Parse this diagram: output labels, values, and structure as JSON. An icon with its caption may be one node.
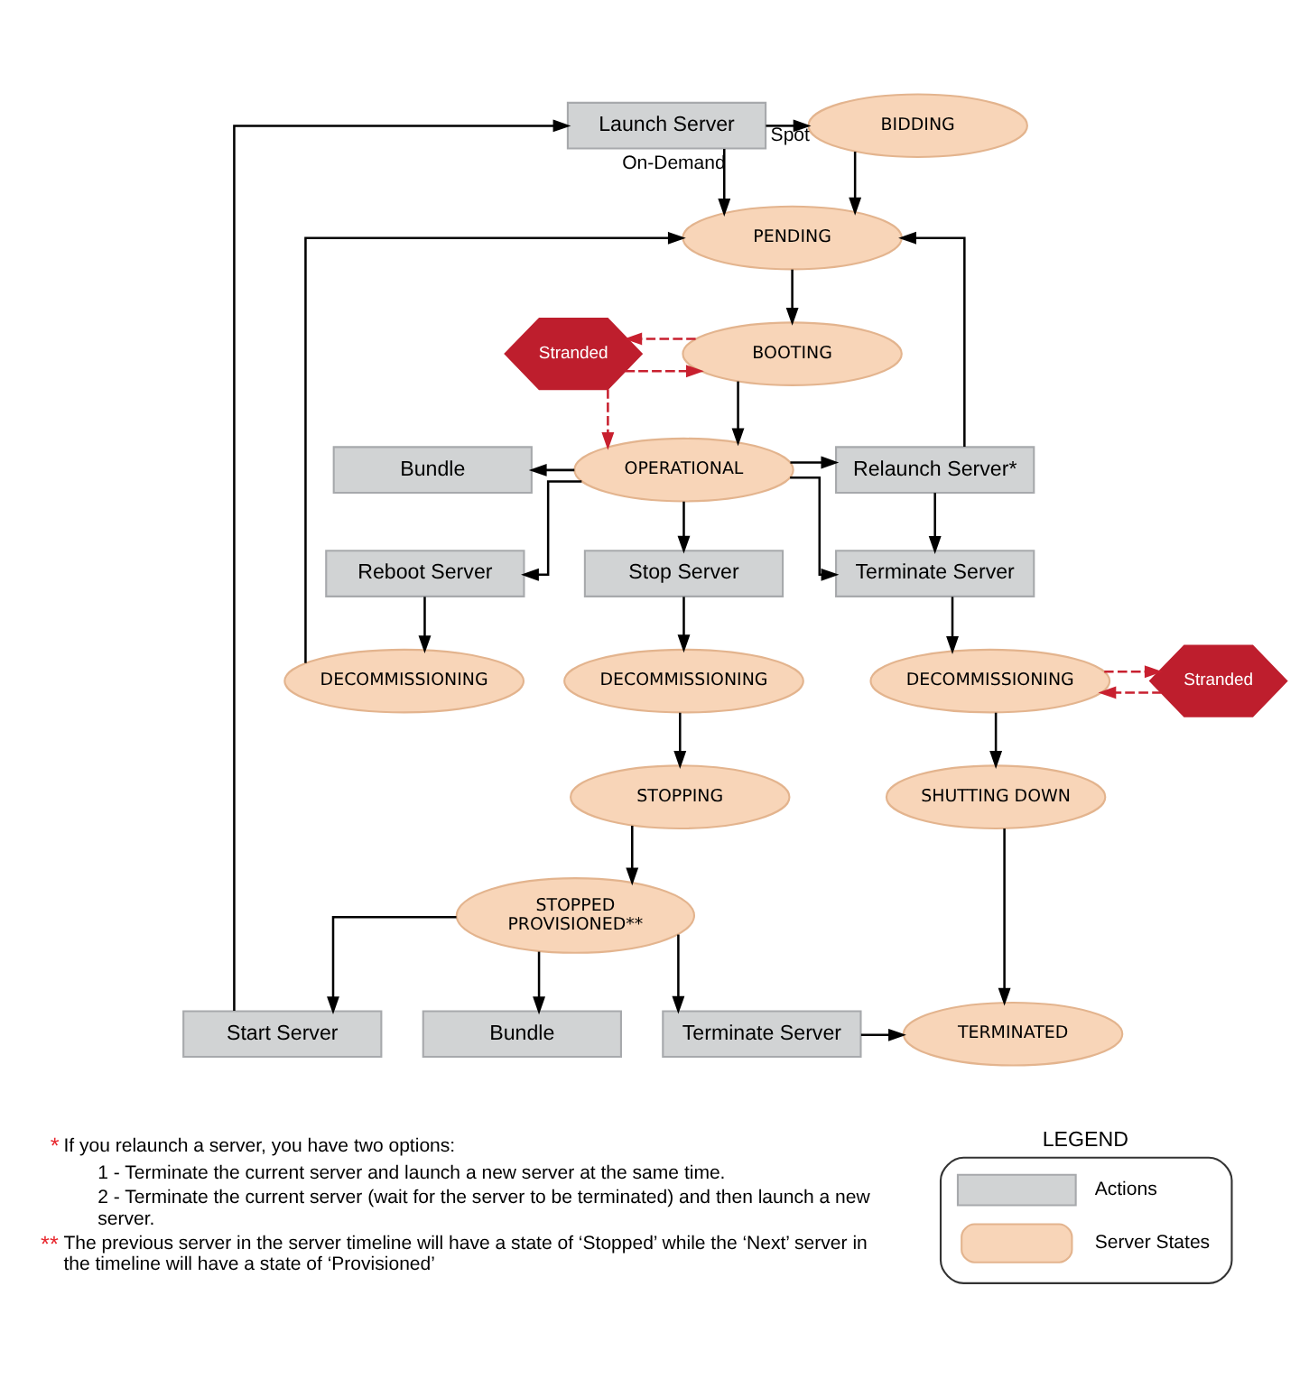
{
  "diagram": {
    "nodes": [
      {
        "text": [
          "Launch Server"
        ]
      },
      {
        "text": [
          "BIDDING"
        ]
      },
      {
        "text": [
          "PENDING"
        ]
      },
      {
        "text": [
          "BOOTING"
        ]
      },
      {
        "text": [
          "Stranded"
        ]
      },
      {
        "text": [
          "Bundle"
        ]
      },
      {
        "text": [
          "OPERATIONAL"
        ]
      },
      {
        "text": [
          "Relaunch Server*"
        ]
      },
      {
        "text": [
          "Reboot Server"
        ]
      },
      {
        "text": [
          "Stop Server"
        ]
      },
      {
        "text": [
          "Terminate Server"
        ]
      },
      {
        "text": [
          "DECOMMISSIONING"
        ]
      },
      {
        "text": [
          "DECOMMISSIONING"
        ]
      },
      {
        "text": [
          "DECOMMISSIONING"
        ]
      },
      {
        "text": [
          "Stranded"
        ]
      },
      {
        "text": [
          "STOPPING"
        ]
      },
      {
        "text": [
          "SHUTTING DOWN"
        ]
      },
      {
        "text": [
          "Start Server"
        ]
      },
      {
        "text": [
          "STOPPED PROVISIONED**"
        ]
      },
      {
        "text": [
          "Bundle"
        ]
      },
      {
        "text": [
          "Terminate Server"
        ]
      },
      {
        "text": [
          "TERMINATED"
        ]
      }
    ],
    "edges": [
      {
        "from": 0,
        "to": 1,
        "arrow": "to",
        "label": "Spot"
      },
      {
        "from": 0,
        "to": 2,
        "arrow": "to",
        "label": "On-Demand"
      },
      {
        "from": 1,
        "to": 2,
        "arrow": "to"
      },
      {
        "from": 17,
        "to": 0,
        "arrow": "to"
      },
      {
        "from": 11,
        "to": 2,
        "arrow": "to"
      },
      {
        "from": 2,
        "to": 3,
        "arrow": "to"
      },
      {
        "from": 3,
        "to": 4,
        "arrow": "to",
        "style": "dashed",
        "color": "#c8202f"
      },
      {
        "from": 4,
        "to": 3,
        "arrow": "to",
        "style": "dashed",
        "color": "#c8202f"
      },
      {
        "from": 4,
        "to": 6,
        "arrow": "to",
        "style": "dashed",
        "color": "#c8202f"
      },
      {
        "from": 3,
        "to": 6,
        "arrow": "to"
      },
      {
        "from": 6,
        "to": 5,
        "arrow": "to"
      },
      {
        "from": 6,
        "to": 7,
        "arrow": "to"
      },
      {
        "from": 7,
        "to": 2,
        "arrow": "to"
      },
      {
        "from": 7,
        "to": 10,
        "arrow": "to"
      },
      {
        "from": 6,
        "to": 8,
        "arrow": "to"
      },
      {
        "from": 6,
        "to": 9,
        "arrow": "to"
      },
      {
        "from": 6,
        "to": 10,
        "arrow": "to"
      },
      {
        "from": 8,
        "to": 11,
        "arrow": "to"
      },
      {
        "from": 9,
        "to": 12,
        "arrow": "to"
      },
      {
        "from": 10,
        "to": 13,
        "arrow": "to"
      },
      {
        "from": 13,
        "to": 14,
        "arrow": "to",
        "style": "dashed",
        "color": "#c8202f"
      },
      {
        "from": 14,
        "to": 13,
        "arrow": "to",
        "style": "dashed",
        "color": "#c8202f"
      },
      {
        "from": 12,
        "to": 15,
        "arrow": "to"
      },
      {
        "from": 13,
        "to": 16,
        "arrow": "to"
      },
      {
        "from": 15,
        "to": 18,
        "arrow": "to"
      },
      {
        "from": 18,
        "to": 17,
        "arrow": "to"
      },
      {
        "from": 18,
        "to": 19,
        "arrow": "to"
      },
      {
        "from": 18,
        "to": 20,
        "arrow": "to"
      },
      {
        "from": 16,
        "to": 21,
        "arrow": "to"
      },
      {
        "from": 20,
        "to": 21,
        "arrow": "to"
      }
    ],
    "labels": [
      "LEGEND",
      "*",
      "If you relaunch a server, you have two options:",
      "1 - Terminate the current server and launch a new server at the same time.",
      "2 - Terminate the current server (wait for the server to be terminated) and then launch a new server.",
      "**",
      "The previous server in the server timeline will have a state of ‘Stopped’ while the ‘Next’ server in the timeline will have a state of ‘Provisioned’"
    ],
    "legend": [
      {
        "text": "Actions",
        "color": "#d1d3d4"
      },
      {
        "text": "Server States",
        "color": "#f8d5b8"
      }
    ]
  }
}
